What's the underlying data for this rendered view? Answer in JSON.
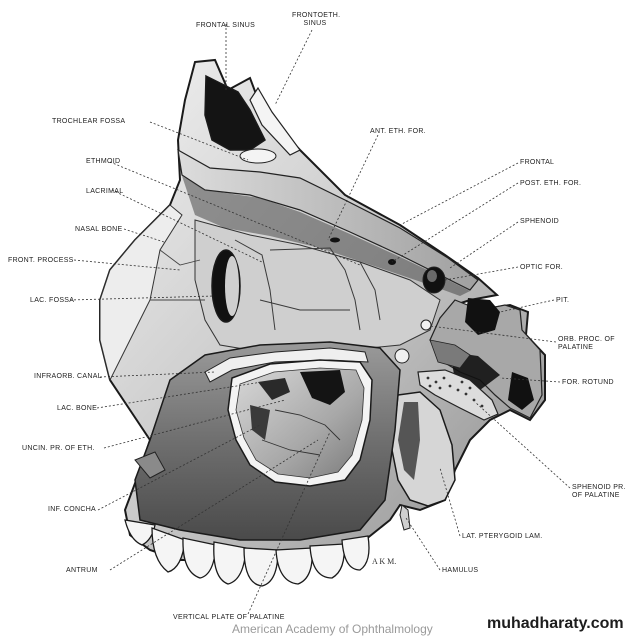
{
  "labels": {
    "frontal_sinus": "FRONTAL SINUS",
    "frontoeth_sinus_1": "FRONTOETH.",
    "frontoeth_sinus_2": "SINUS",
    "trochlear_fossa": "TROCHLEAR FOSSA",
    "ant_eth_for": "ANT. ETH. FOR.",
    "ethmoid": "ETHMOID",
    "frontal": "FRONTAL",
    "post_eth_for": "POST. ETH. FOR.",
    "lacrimal": "LACRIMAL",
    "sphenoid": "SPHENOID",
    "nasal_bone": "NASAL BONE",
    "front_process": "FRONT. PROCESS",
    "optic_for": "OPTIC FOR.",
    "pit": "PIT.",
    "lac_fossa": "LAC. FOSSA",
    "orb_proc_palatine_1": "ORB. PROC. OF",
    "orb_proc_palatine_2": "PALATINE",
    "infraorb_canal": "INFRAORB. CANAL",
    "for_rotund": "FOR. ROTUND",
    "lac_bone": "LAC. BONE",
    "uncin_pr_eth": "UNCIN. PR. OF ETH.",
    "sphenoid_pr_palatine_1": "SPHENOID PR.",
    "sphenoid_pr_palatine_2": "OF PALATINE",
    "inf_concha": "INF. CONCHA",
    "lat_pterygoid_lam": "LAT. PTERYGOID LAM.",
    "antrum": "ANTRUM",
    "hamulus": "HAMULUS",
    "vertical_plate_palatine": "VERTICAL PLATE OF PALATINE"
  },
  "artist_signature": "A K M.",
  "credit": "American Academy of Ophthalmology",
  "watermark": "muhadharaty.com",
  "colors": {
    "ink": "#1a1a1a",
    "bone_light": "#e9e9e9",
    "bone_mid": "#b9b9b9",
    "bone_dark": "#6a6a6a",
    "cavity": "#111111"
  }
}
